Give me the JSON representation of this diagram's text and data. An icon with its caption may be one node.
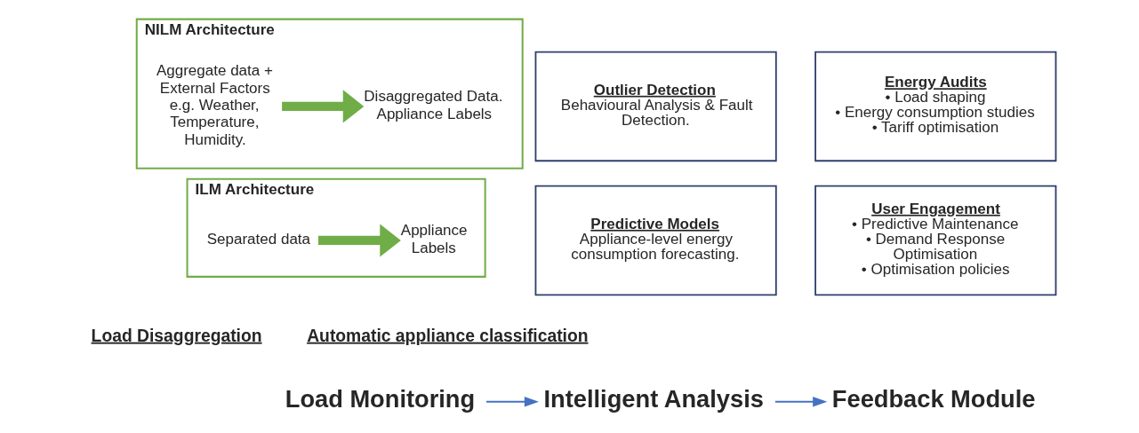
{
  "diagram": {
    "nodes": [
      {
        "text": [
          "NILM Architecture"
        ]
      },
      {
        "text": [
          "Aggregate data + External Factors e.g. Weather, Temperature, Humidity."
        ],
        "in": 0
      },
      {
        "text": [
          "Disaggregated Data. Appliance Labels"
        ],
        "in": 0
      },
      {
        "text": [
          "Outlier Detection",
          "Behavioural Analysis & Fault Detection."
        ]
      },
      {
        "text": [
          "Energy Audits",
          "• Load shaping",
          "• Energy consumption studies",
          "• Tariff optimisation"
        ]
      },
      {
        "text": [
          "ILM Architecture"
        ]
      },
      {
        "text": [
          "Separated data"
        ],
        "in": 5
      },
      {
        "text": [
          "Appliance Labels"
        ],
        "in": 5
      },
      {
        "text": [
          "Predictive Models",
          "Appliance-level energy consumption forecasting."
        ]
      },
      {
        "text": [
          "User Engagement",
          "• Predictive Maintenance",
          "• Demand Response Optimisation",
          "• Optimisation policies"
        ]
      },
      {
        "text": [
          "Load Monitoring"
        ]
      },
      {
        "text": [
          "Intelligent Analysis"
        ]
      },
      {
        "text": [
          "Feedback Module"
        ]
      }
    ],
    "edges": [
      {
        "from": 1,
        "to": 2,
        "arrow": "to",
        "style": "thick",
        "color": "#70ad47"
      },
      {
        "from": 6,
        "to": 7,
        "arrow": "to",
        "style": "thick",
        "color": "#70ad47"
      },
      {
        "from": 10,
        "to": 11,
        "arrow": "to",
        "color": "#4472c4"
      },
      {
        "from": 11,
        "to": 12,
        "arrow": "to",
        "color": "#4472c4"
      }
    ],
    "labels": [
      "Load Disaggregation",
      "Automatic appliance classification"
    ]
  }
}
